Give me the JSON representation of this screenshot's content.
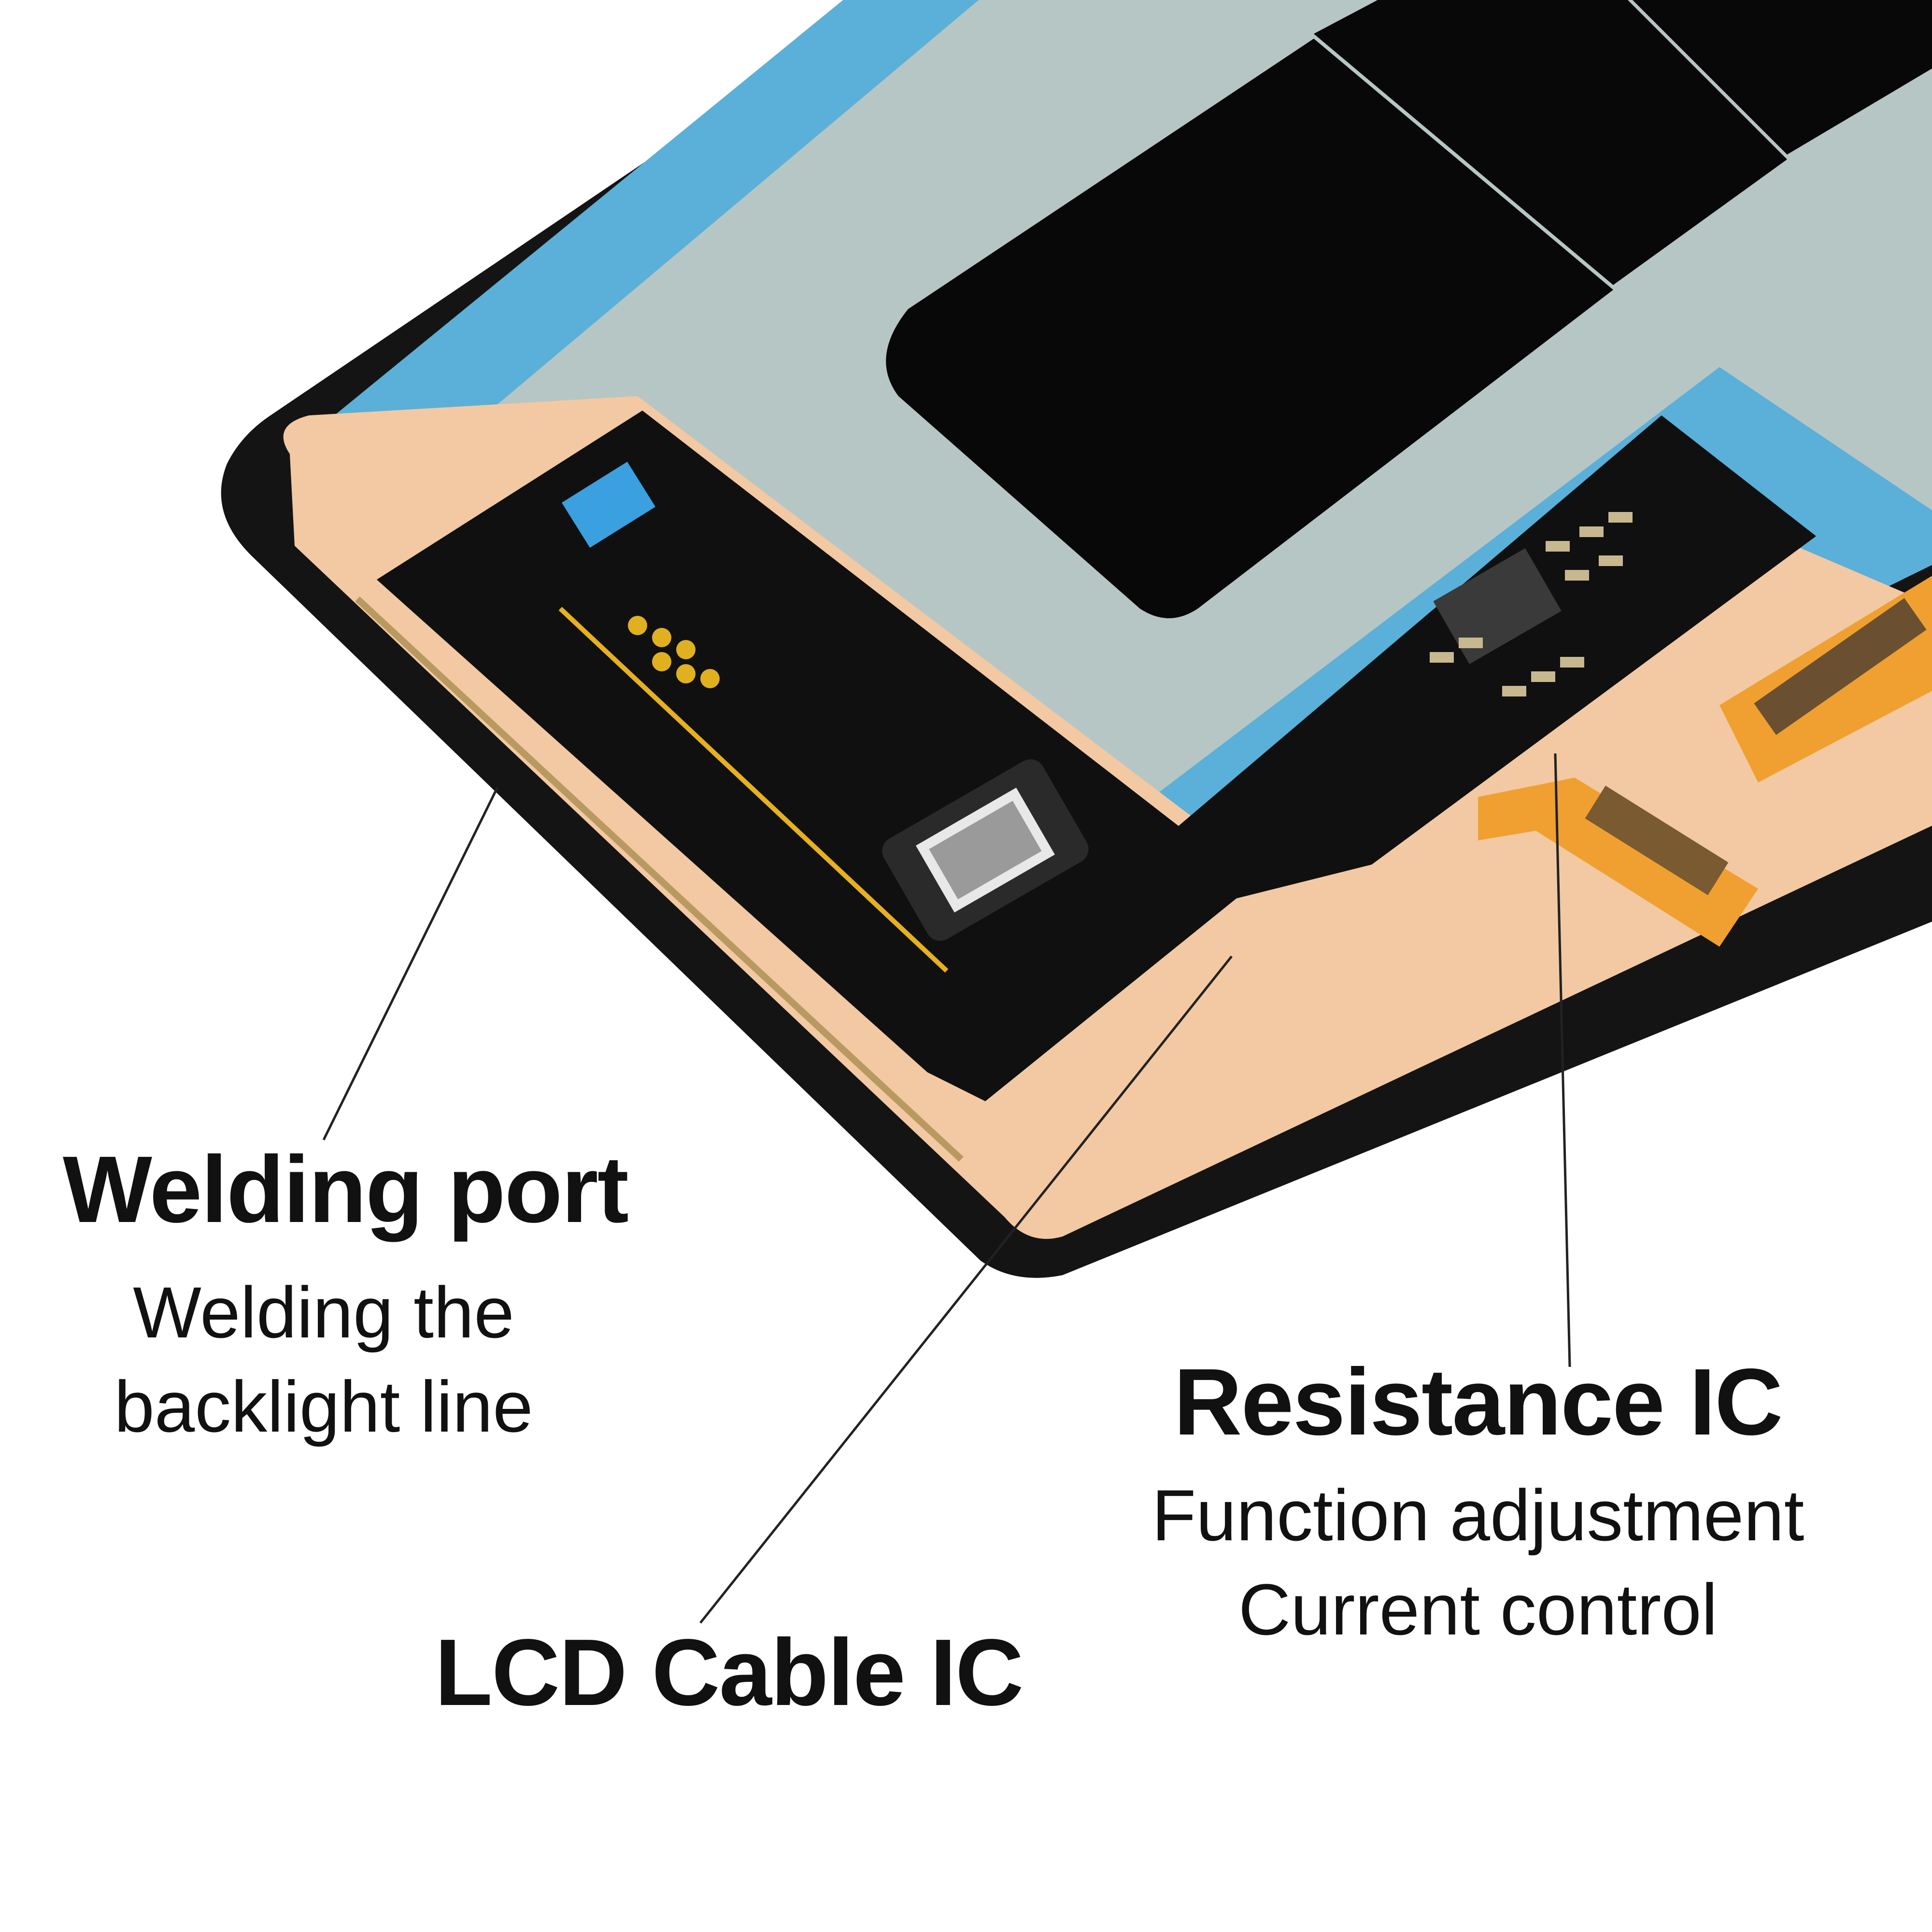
{
  "callouts": {
    "welding_port": {
      "title": "Welding port",
      "description_lines": [
        "Welding the",
        "backlight line"
      ]
    },
    "lcd_cable_ic": {
      "title": "LCD Cable IC"
    },
    "resistance_ic": {
      "title": "Resistance IC",
      "description_lines": [
        "Function adjustment",
        "Current control"
      ]
    }
  },
  "colors": {
    "background": "#ffffff",
    "frame": "#141414",
    "protective_film": "#5ab0d8",
    "panel_back": "#b6c6c4",
    "copper_foil": "#f2c9a2",
    "flex_pcb": "#101010",
    "flex_cable": "#f0a030",
    "gold_trace": "#e6b020",
    "label_text": "#111111"
  }
}
